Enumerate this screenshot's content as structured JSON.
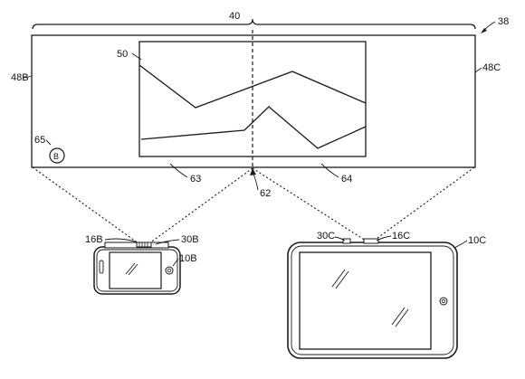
{
  "figure": {
    "ref_main": "38",
    "ref_span": "40",
    "ref_chart": "50",
    "ref_left_edge": "48B",
    "ref_right_edge": "48C",
    "ref_button": "65",
    "button_letter": "B",
    "ref_left_segment": "63",
    "ref_split": "62",
    "ref_right_segment": "64",
    "phone": {
      "ref_camera": "16B",
      "ref_sensor": "30B",
      "ref_device": "10B"
    },
    "tablet": {
      "ref_sensor": "30C",
      "ref_camera": "16C",
      "ref_device": "10C"
    }
  },
  "colors": {
    "line": "#1a1a1a",
    "background": "#ffffff"
  }
}
